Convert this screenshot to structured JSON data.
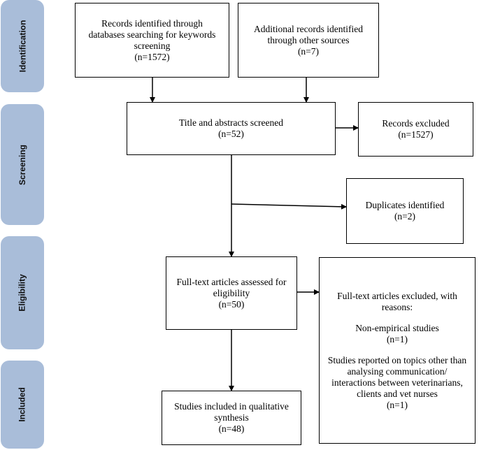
{
  "phases": {
    "identification": "Identification",
    "screening": "Screening",
    "eligibility": "Eligibility",
    "included": "Included"
  },
  "boxes": {
    "records_identified": [
      "Records identified through",
      "databases searching for keywords",
      "screening",
      "(n=1572)"
    ],
    "additional_records": [
      "Additional records identified",
      "through other sources",
      "(n=7)"
    ],
    "screened": [
      "Title and abstracts screened",
      "(n=52)"
    ],
    "excluded": [
      "Records excluded",
      "(n=1527)"
    ],
    "duplicates": [
      "Duplicates identified",
      "(n=2)"
    ],
    "fulltext_assessed": [
      "Full-text articles assessed for",
      "eligibility",
      "(n=50)"
    ],
    "fulltext_excluded": {
      "heading": [
        "Full-text articles excluded, with",
        "reasons:"
      ],
      "reason1": [
        "Non-empirical studies",
        "(n=1)"
      ],
      "reason2": [
        "Studies reported on topics other than",
        "analysing communication/",
        "interactions between veterinarians,",
        "clients and vet nurses",
        "(n=1)"
      ]
    },
    "included": [
      "Studies included in qualitative",
      "synthesis",
      "(n=48)"
    ]
  }
}
